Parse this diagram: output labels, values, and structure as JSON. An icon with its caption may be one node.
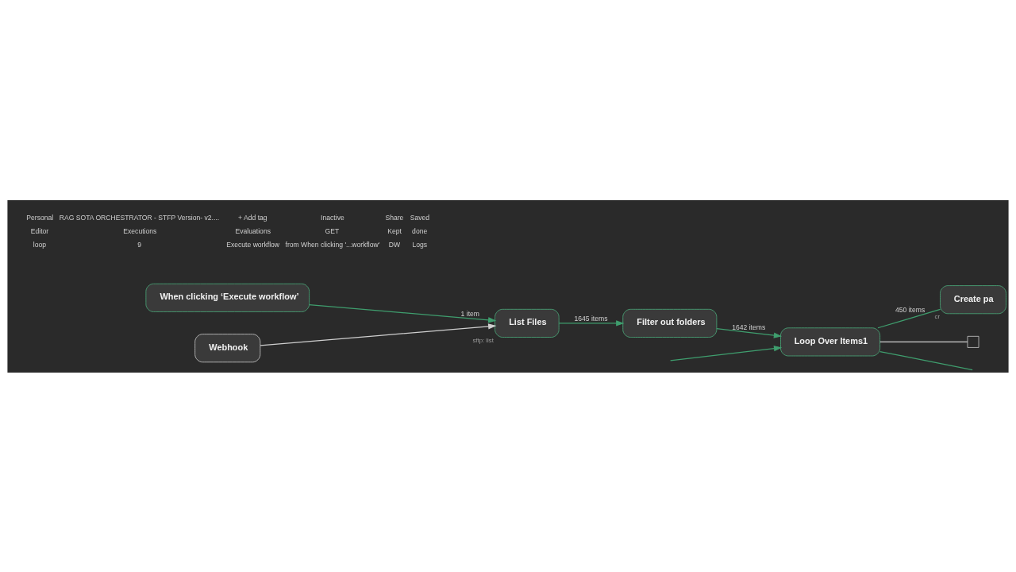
{
  "diagram": {
    "nodes": [
      {
        "text": [
          "When clicking ‘Execute workflow’"
        ]
      },
      {
        "text": [
          "Webhook"
        ]
      },
      {
        "text": [
          "List Files"
        ],
        "beside": [
          "sftp: list"
        ]
      },
      {
        "text": [
          "Filter out folders"
        ]
      },
      {
        "text": [
          "Loop Over Items1"
        ]
      },
      {
        "text": [
          "Create pa"
        ],
        "beside": [
          "cr"
        ]
      },
      {
        "text": [],
        "shape": "box"
      }
    ],
    "edges": [
      {
        "from": 0,
        "to": 2,
        "arrow": "to",
        "label": "1 item"
      },
      {
        "from": 1,
        "to": 2,
        "arrow": "to",
        "color": "#cfcfcf"
      },
      {
        "from": 2,
        "to": 3,
        "arrow": "to",
        "label": "1645 items"
      },
      {
        "from": 3,
        "to": 4,
        "arrow": "to",
        "label": "1642 items"
      },
      {
        "from": null,
        "to": 4,
        "arrow": "to"
      },
      {
        "from": 4,
        "to": 5,
        "arrow": "none",
        "label": "450 items"
      },
      {
        "from": 4,
        "to": null,
        "arrow": "none"
      },
      {
        "from": 4,
        "to": 6,
        "arrow": "none",
        "color": "#cfcfcf"
      }
    ],
    "labels": [
      "Personal",
      "RAG SOTA ORCHESTRATOR - STFP Version- v2....",
      "+ Add tag",
      "Inactive",
      "Share",
      "Saved",
      "Editor",
      "Executions",
      "Evaluations",
      "GET",
      "Kept",
      "done",
      "loop",
      "9",
      "Execute workflow",
      "from When clicking '...workflow'",
      "DW",
      "Logs"
    ]
  }
}
